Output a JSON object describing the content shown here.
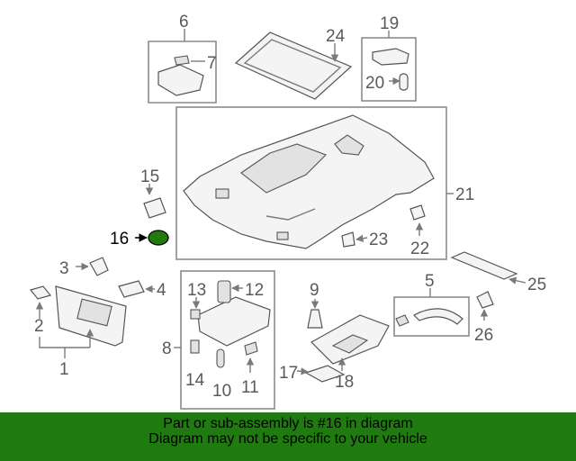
{
  "diagram": {
    "callouts": {
      "c1": "1",
      "c2": "2",
      "c3": "3",
      "c4": "4",
      "c5": "5",
      "c6": "6",
      "c7": "7",
      "c8": "8",
      "c9": "9",
      "c10": "10",
      "c11": "11",
      "c12": "12",
      "c13": "13",
      "c14": "14",
      "c15": "15",
      "c16": "16",
      "c17": "17",
      "c18": "18",
      "c19": "19",
      "c20": "20",
      "c21": "21",
      "c22": "22",
      "c23": "23",
      "c24": "24",
      "c25": "25",
      "c26": "26"
    },
    "highlighted_part": "16",
    "highlight_color": "#1f7a0f"
  },
  "banner": {
    "line1": "Part or sub-assembly is #16 in diagram",
    "line2": "Diagram may not be specific to your vehicle",
    "background": "#1f7a0f"
  }
}
